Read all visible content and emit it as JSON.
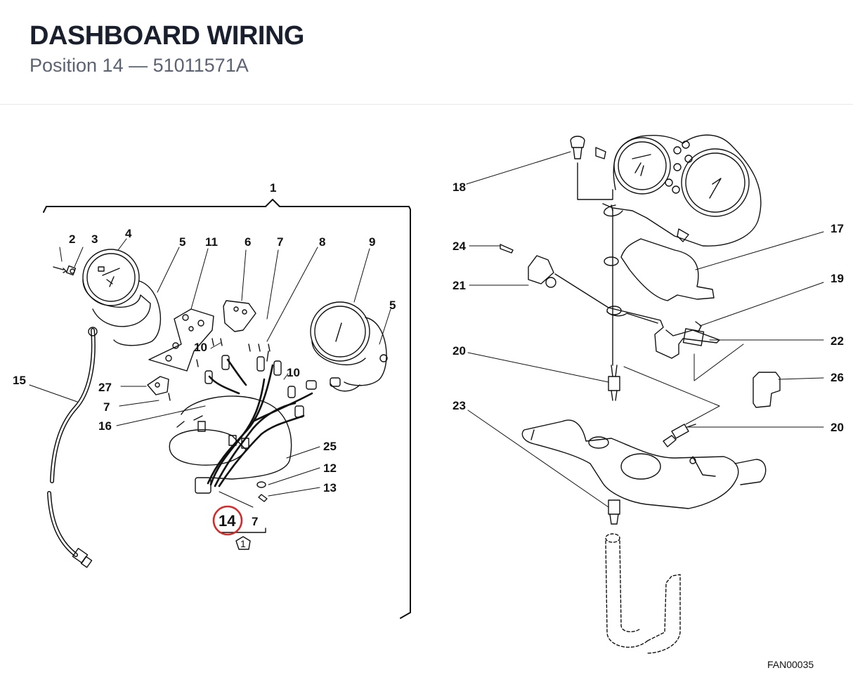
{
  "header": {
    "title": "DASHBOARD WIRING",
    "subtitle": "Position 14 — 51011571A"
  },
  "diagram": {
    "highlight_color": "#d62a2a",
    "line_color": "#111111",
    "drawing_code": "FAN00035",
    "callouts_left": {
      "c1": "1",
      "c2": "2",
      "c3": "3",
      "c4": "4",
      "c5a": "5",
      "c11": "11",
      "c6": "6",
      "c7a": "7",
      "c8": "8",
      "c9": "9",
      "c5b": "5",
      "c10a": "10",
      "c10b": "10",
      "c15": "15",
      "c27": "27",
      "c7b": "7",
      "c16": "16",
      "c25": "25",
      "c12": "12",
      "c13": "13",
      "c14": "14",
      "c7c": "7",
      "c1b": "1"
    },
    "callouts_right": {
      "c18": "18",
      "c17": "17",
      "c24": "24",
      "c21": "21",
      "c19": "19",
      "c22": "22",
      "c20a": "20",
      "c26": "26",
      "c23": "23",
      "c20b": "20"
    }
  }
}
